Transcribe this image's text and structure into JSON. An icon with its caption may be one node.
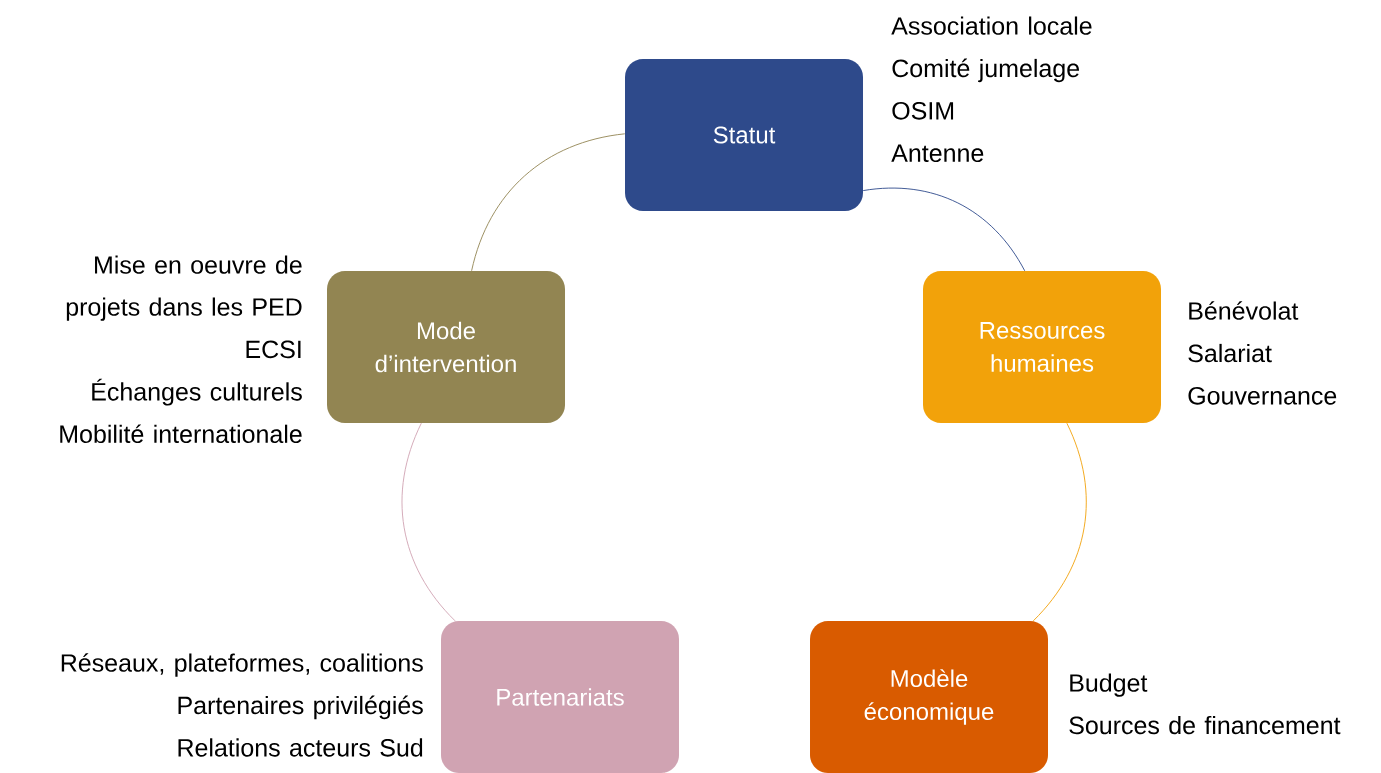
{
  "diagram": {
    "nodes": [
      {
        "text": [
          "Statut"
        ],
        "beside": [
          "Association locale",
          "Comité jumelage",
          "OSIM",
          "Antenne"
        ]
      },
      {
        "text": [
          "Ressources humaines"
        ],
        "beside": [
          "Bénévolat",
          "Salariat",
          "Gouvernance"
        ]
      },
      {
        "text": [
          "Modèle économique"
        ],
        "beside": [
          "Budget",
          "Sources de financement"
        ]
      },
      {
        "text": [
          "Partenariats"
        ],
        "beside": [
          "Réseaux, plateformes, coalitions",
          "Partenaires privilégiés",
          "Relations acteurs Sud"
        ]
      },
      {
        "text": [
          "Mode d’intervention"
        ],
        "beside": [
          "Mise en oeuvre de projets dans les PED",
          "ECSI",
          "Échanges culturels",
          "Mobilité internationale"
        ]
      }
    ],
    "edges": [
      {
        "from": 0,
        "to": 1,
        "arrow": "none",
        "color": "#2e4a8b"
      },
      {
        "from": 1,
        "to": 2,
        "arrow": "none",
        "color": "#f2a20a"
      },
      {
        "from": 2,
        "to": 3,
        "arrow": "none",
        "color": "#d95b00"
      },
      {
        "from": 3,
        "to": 4,
        "arrow": "none",
        "color": "#d0a3b2"
      },
      {
        "from": 4,
        "to": 0,
        "arrow": "none",
        "color": "#928552"
      }
    ]
  }
}
